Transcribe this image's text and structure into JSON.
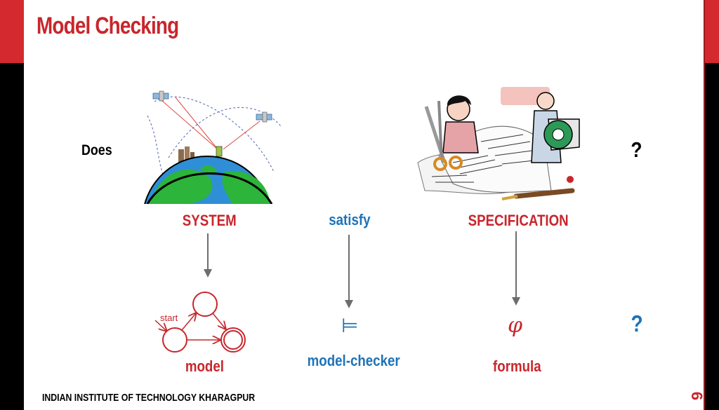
{
  "slide": {
    "title": "Model Checking",
    "footer": "INDIAN INSTITUTE OF TECHNOLOGY KHARAGPUR",
    "page_number": "6"
  },
  "diagram": {
    "does": "Does",
    "system": "SYSTEM",
    "satisfy": "satisfy",
    "specification": "SPECIFICATION",
    "question_top": "?",
    "model": "model",
    "model_checker": "model-checker",
    "entails_symbol": "⊨",
    "formula_symbol": "φ",
    "formula": "formula",
    "question_bottom": "?",
    "start_label": "start"
  },
  "colors": {
    "accent_red": "#c8262c",
    "accent_blue": "#1e73b8"
  }
}
